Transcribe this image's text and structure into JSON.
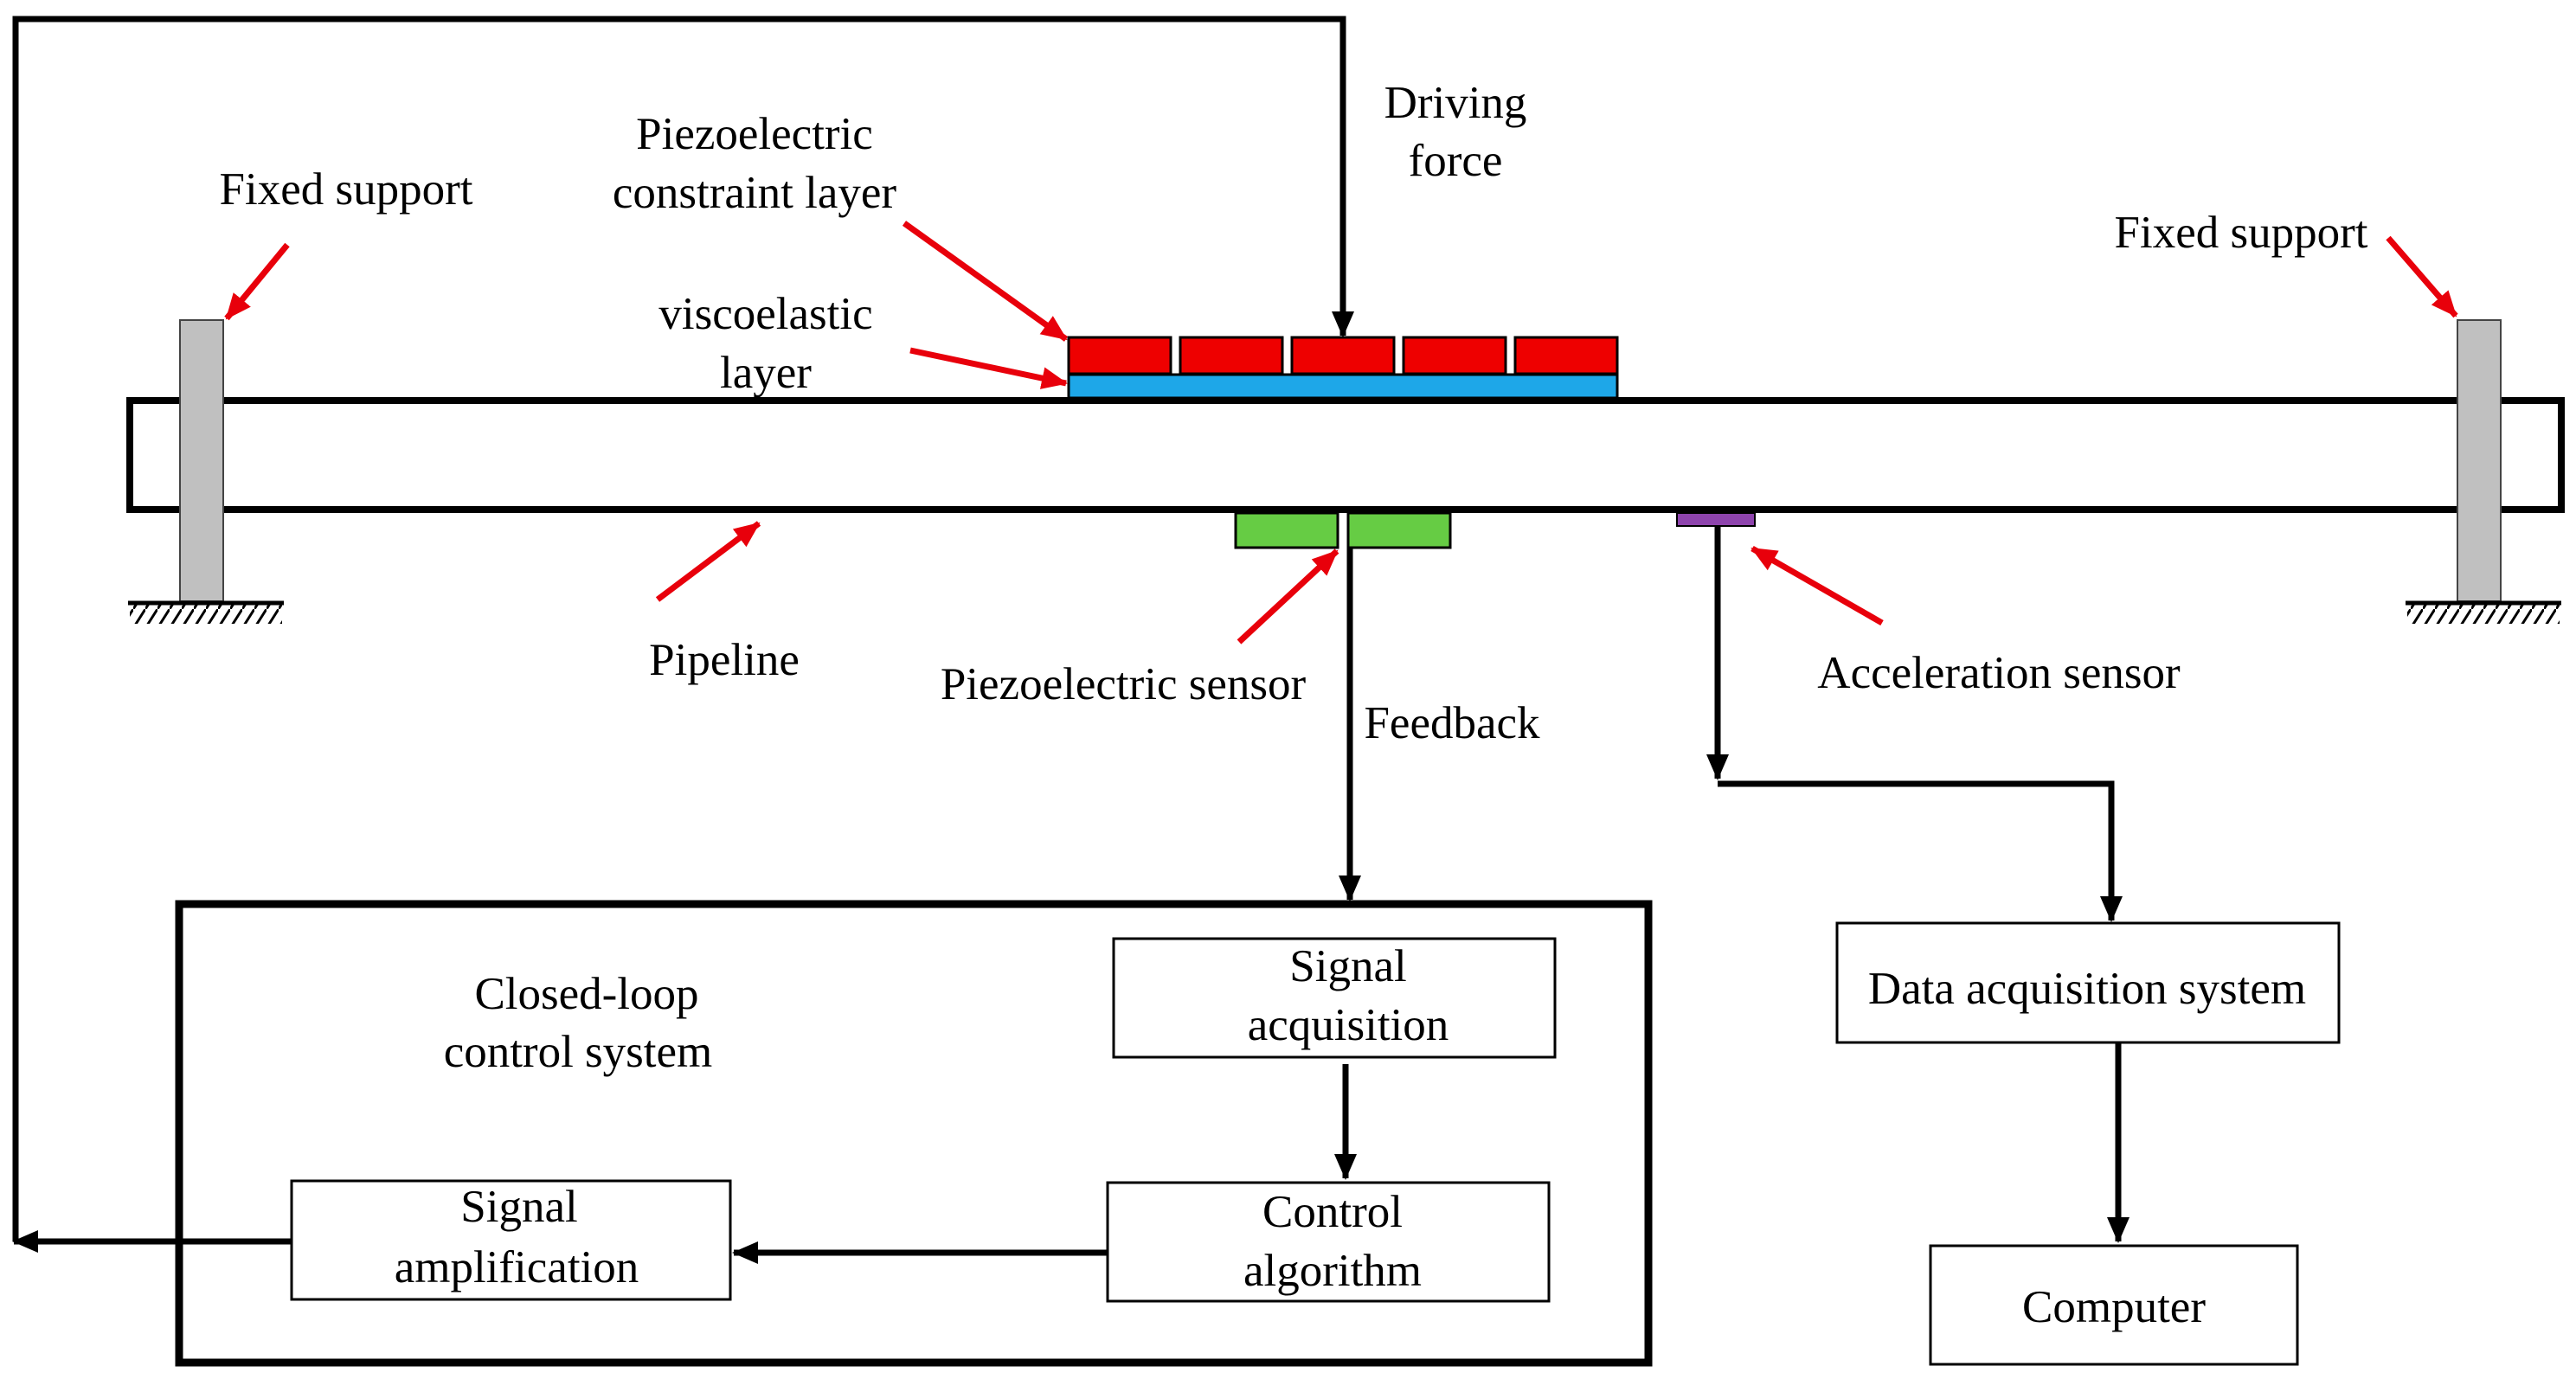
{
  "labels": {
    "driving_force_1": "Driving",
    "driving_force_2": "force",
    "piezo_constraint_1": "Piezoelectric",
    "piezo_constraint_2": "constraint  layer",
    "viscoelastic_1": "viscoelastic",
    "viscoelastic_2": "layer",
    "fixed_support_left": "Fixed support",
    "fixed_support_right": "Fixed support",
    "pipeline": "Pipeline",
    "piezo_sensor": "Piezoelectric sensor",
    "feedback": "Feedback",
    "accel_sensor": "Acceleration sensor",
    "closed_loop_1": "Closed-loop",
    "closed_loop_2": "control system"
  },
  "boxes": {
    "signal_acq_1": "Signal",
    "signal_acq_2": "acquisition",
    "control_alg_1": "Control",
    "control_alg_2": "algorithm",
    "signal_amp_1": "Signal",
    "signal_amp_2": "amplification",
    "data_acq": "Data acquisition system",
    "computer": "Computer"
  },
  "colors": {
    "piezo_patch": "#ee0000",
    "viscoelastic": "#1ea7e8",
    "piezo_sensor": "#66cc44",
    "accel_sensor": "#8e44ad",
    "support": "#c0c0c0",
    "pointer_arrow": "#e8000b",
    "line": "#000000"
  }
}
